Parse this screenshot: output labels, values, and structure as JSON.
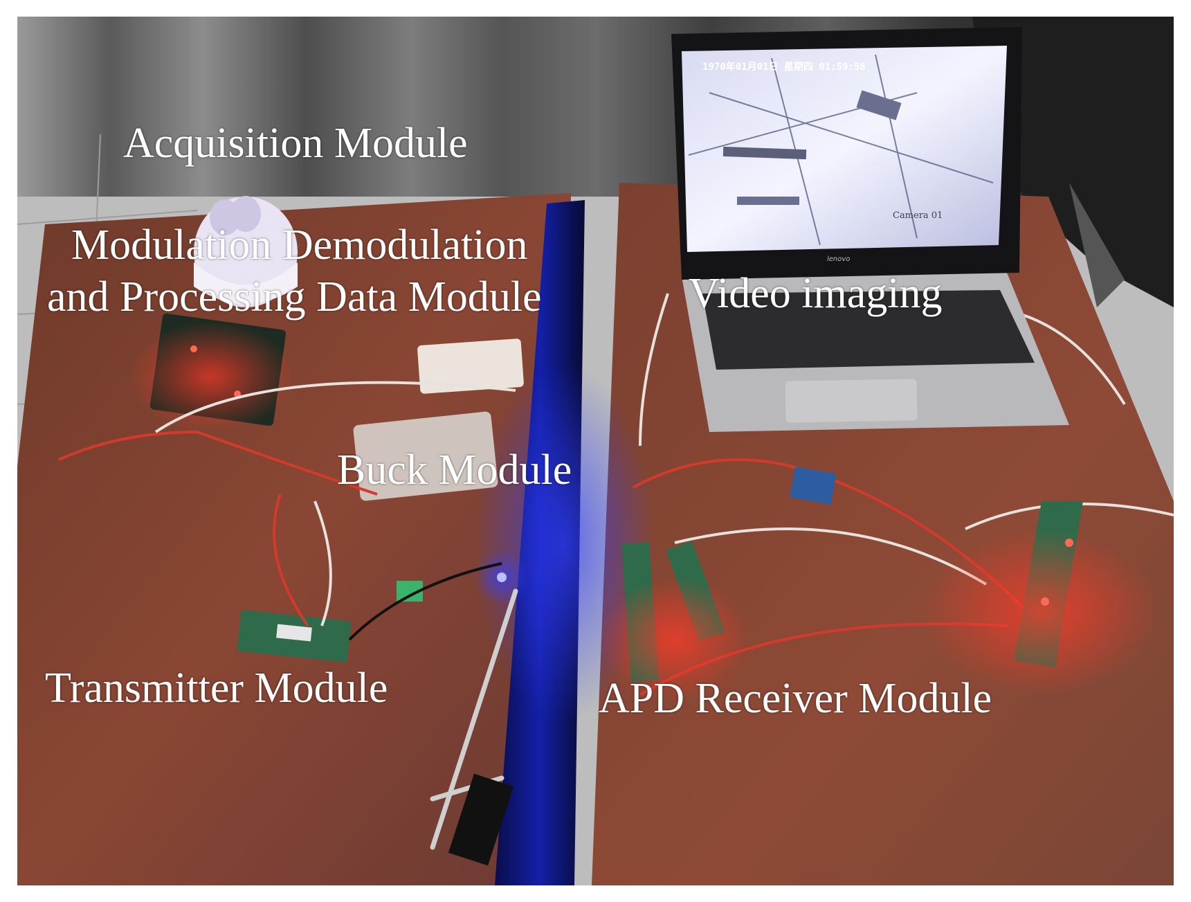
{
  "figure": {
    "labels": {
      "acquisition": "Acquisition Module",
      "modulation_line1": "Modulation Demodulation",
      "modulation_line2": "and Processing Data Module",
      "video": "Video imaging",
      "buck": "Buck Module",
      "transmitter": "Transmitter Module",
      "apd_receiver": "APD Receiver Module"
    },
    "laptop_screen": {
      "timestamp": "1970年01月01日 星期四 01:59:58",
      "camera_name": "Camera 01"
    },
    "laptop_brand": "lenovo"
  }
}
